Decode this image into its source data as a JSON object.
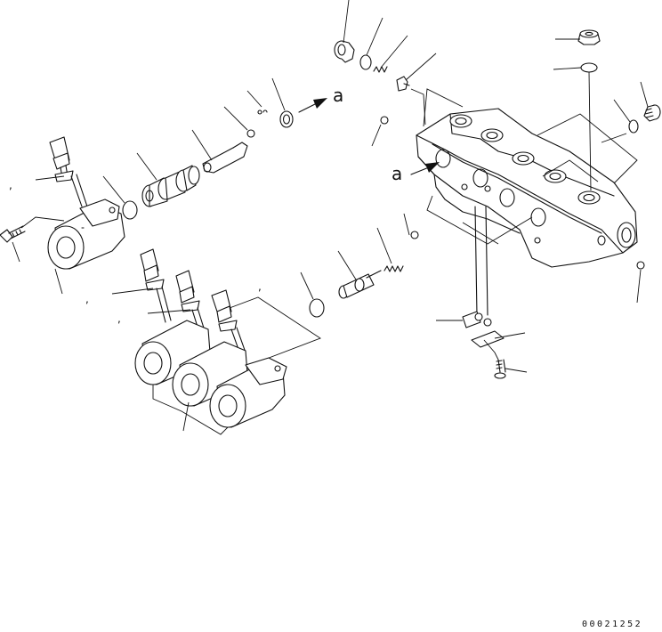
{
  "diagram": {
    "reference_labels": {
      "a_upper": "a",
      "a_lower": "a"
    },
    "drawing_code": "00021252"
  }
}
